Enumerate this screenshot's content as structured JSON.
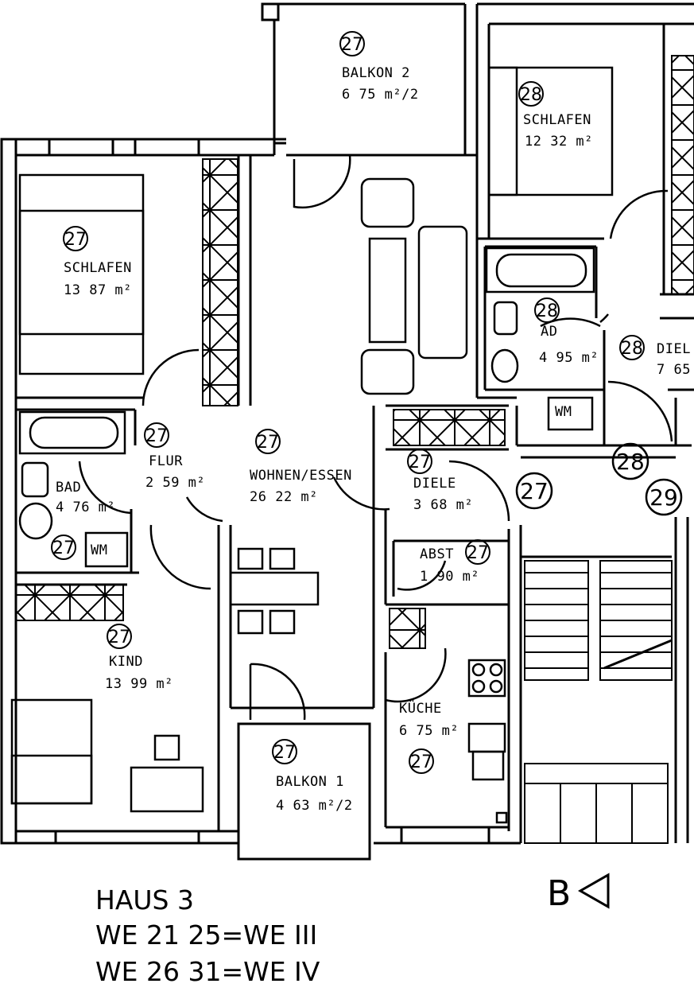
{
  "rooms": {
    "balkon2": {
      "num": "27",
      "name": "BALKON 2",
      "area": "6 75  m²/2"
    },
    "schlafen28": {
      "num": "28",
      "name": "SCHLAFEN",
      "area": "12 32  m²"
    },
    "schlafen27": {
      "num": "27",
      "name": "SCHLAFEN",
      "area": "13 87  m²"
    },
    "bad28": {
      "num": "28",
      "name": "AD",
      "area": "4 95  m²"
    },
    "diele28": {
      "num": "28",
      "name": "DIEL",
      "area": "7 65"
    },
    "bad27": {
      "num": "27",
      "name": "BAD",
      "area": "4 76  m²"
    },
    "flur27": {
      "num": "27",
      "name": "FLUR",
      "area": "2 59  m²"
    },
    "wohnen27": {
      "num": "27",
      "name": "WOHNEN/ESSEN",
      "area": "26 22 m²"
    },
    "diele27": {
      "num": "27",
      "name": "DIELE",
      "area": "3 68  m²"
    },
    "abst27": {
      "num": "27",
      "name": "ABST",
      "area": "1 90  m²"
    },
    "kind27": {
      "num": "27",
      "name": "KIND",
      "area": "13 99  m²"
    },
    "balkon1": {
      "num": "27",
      "name": "BALKON 1",
      "area": "4 63  m²/2"
    },
    "kueche27": {
      "num": "27",
      "name": "KÜCHE",
      "area": "6 75  m²"
    }
  },
  "appliances": {
    "wm_left": "WM",
    "wm_right": "WM"
  },
  "unit_markers": {
    "m27": "27",
    "m28": "28",
    "m29": "29"
  },
  "section_marker": "B",
  "legend": {
    "line1": "HAUS 3",
    "line2": "WE 21 25=WE III",
    "line3": "WE 26 31=WE IV"
  }
}
